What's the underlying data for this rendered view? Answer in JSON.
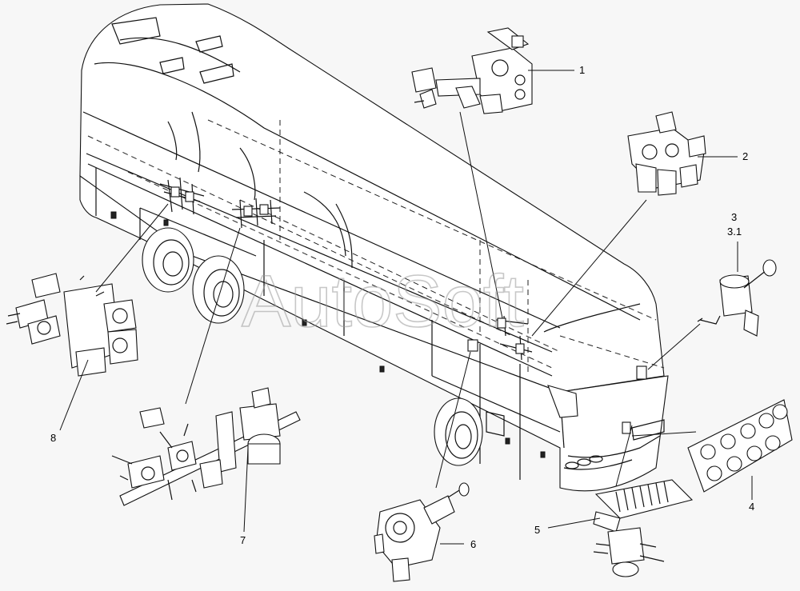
{
  "watermark": "AutoSoft",
  "callouts": [
    {
      "id": "1",
      "label": "1"
    },
    {
      "id": "2",
      "label": "2"
    },
    {
      "id": "3",
      "label": "3"
    },
    {
      "id": "3.1",
      "label": "3.1"
    },
    {
      "id": "4",
      "label": "4"
    },
    {
      "id": "5",
      "label": "5"
    },
    {
      "id": "6",
      "label": "6"
    },
    {
      "id": "7",
      "label": "7"
    },
    {
      "id": "8",
      "label": "8"
    }
  ],
  "colors": {
    "line": "#111111",
    "background": "#f7f7f7",
    "watermark": "#9a9a9a"
  }
}
